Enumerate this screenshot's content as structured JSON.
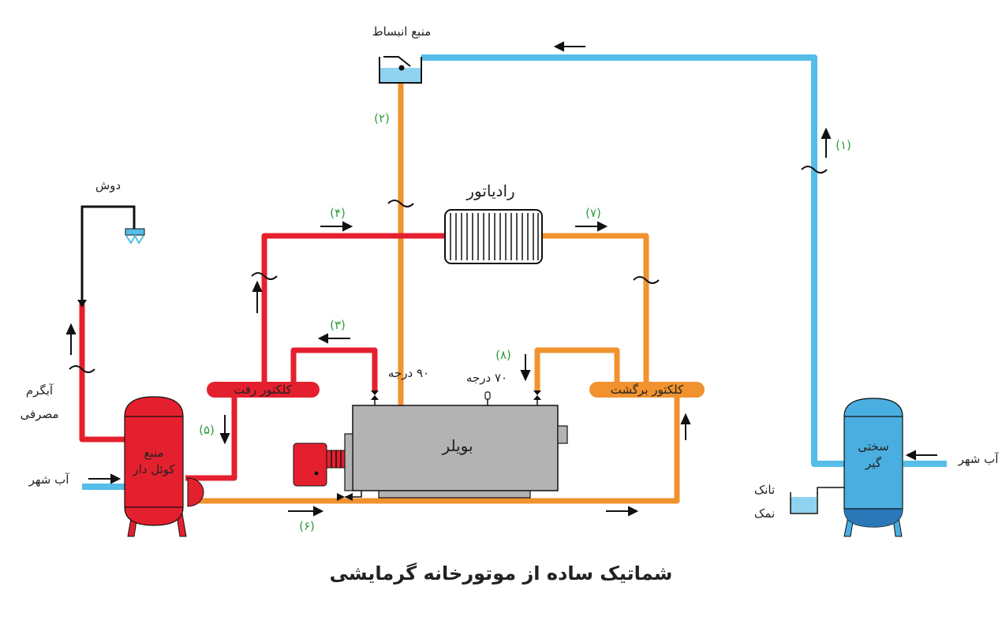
{
  "colors": {
    "hot": "#e5202e",
    "return": "#f0922e",
    "cold": "#55bde8",
    "black": "#111111",
    "boiler": "#b3b3b3",
    "label_green": "#2e9e3e",
    "softener": "#4aaee0"
  },
  "labels": {
    "expansion_tank": "منبع انبساط",
    "radiator": "رادیاتور",
    "shower": "دوش",
    "hot_water": "آبگرم",
    "consumption": "مصرفی",
    "city_water_left": "آب شهر",
    "city_water_right": "آب شهر",
    "coil_tank_l1": "منبع",
    "coil_tank_l2": "کوئل دار",
    "supply_collector": "کلکتور رفت",
    "return_collector": "کلکتور برگشت",
    "boiler": "بویلر",
    "temp_90": "۹۰ درجه",
    "temp_70": "۷۰ درجه",
    "softener_l1": "سختی",
    "softener_l2": "گیر",
    "salt_tank_l1": "تانک",
    "salt_tank_l2": "نمک",
    "title": "شماتیک ساده از موتورخانه گرمایشی"
  },
  "pipe_numbers": {
    "n1": "(۱)",
    "n2": "(۲)",
    "n3": "(۳)",
    "n4": "(۴)",
    "n5": "(۵)",
    "n6": "(۶)",
    "n7": "(۷)",
    "n8": "(۸)"
  }
}
